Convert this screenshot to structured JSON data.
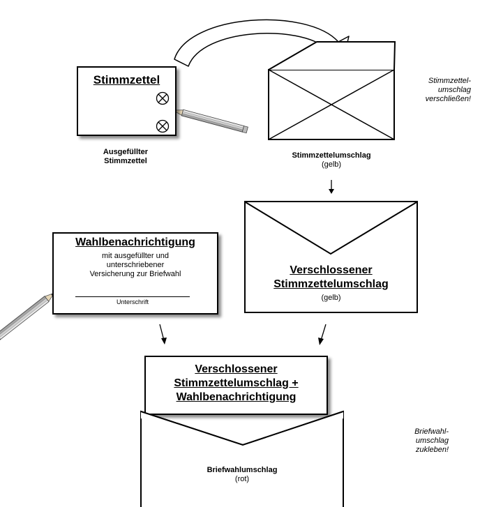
{
  "ballot": {
    "title": "Stimmzettel",
    "caption_line1": "Ausgefüllter",
    "caption_line2": "Stimmzettel"
  },
  "open_envelope": {
    "label_bold": "Stimmzettelumschlag",
    "label_sub": "(gelb)"
  },
  "note_close": {
    "line1": "Stimmzettel-",
    "line2": "umschlag",
    "line3": "verschließen!"
  },
  "notification": {
    "title": "Wahlbenachrichtigung",
    "line1": "mit ausgefüllter und",
    "line2": "unterschriebener",
    "line3": "Versicherung zur Briefwahl",
    "signature_label": "Unterschrift"
  },
  "closed_envelope": {
    "line1": "Verschlossener",
    "line2": "Stimmzettelumschlag",
    "sub": "(gelb)"
  },
  "insert_card": {
    "line1": "Verschlossener",
    "line2": "Stimmzettelumschlag +",
    "line3": "Wahlbenachrichtigung"
  },
  "postal_envelope": {
    "label_bold": "Briefwahlumschlag",
    "label_sub": "(rot)"
  },
  "note_seal": {
    "line1": "Briefwahl-",
    "line2": "umschlag",
    "line3": "zukleben!"
  }
}
